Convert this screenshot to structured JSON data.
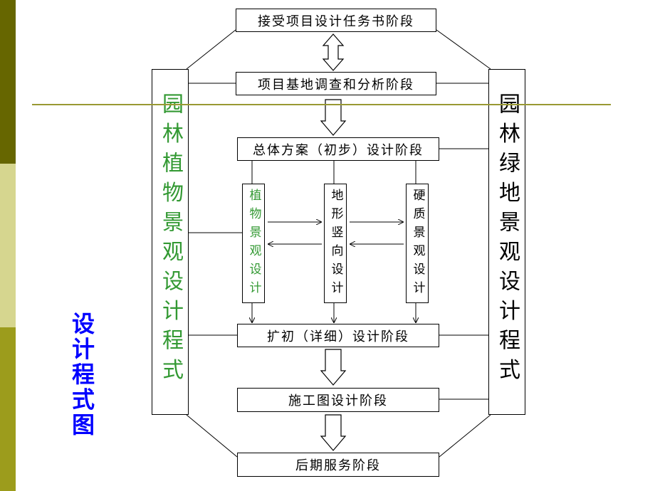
{
  "slide": {
    "side_title": "设计程式图"
  },
  "diagram": {
    "stages": [
      "接受项目设计任务书阶段",
      "项目基地调查和分析阶段",
      "总体方案（初步）设计阶段",
      "扩初（详细）设计阶段",
      "施工图设计阶段",
      "后期服务阶段"
    ],
    "sub_designs": [
      "植物景观设计",
      "地形竖向设计",
      "硬质景观设计"
    ],
    "left_process": "园林植物景观设计程式",
    "right_process": "园林绿地景观设计程式"
  },
  "colors": {
    "strip_top": "#666600",
    "strip_middle": "#d6d68f",
    "strip_bottom": "#9c9c1c",
    "rule_line": "#999933",
    "side_title": "#0000ff",
    "plant_text": "#339933",
    "box_border": "#000000"
  }
}
